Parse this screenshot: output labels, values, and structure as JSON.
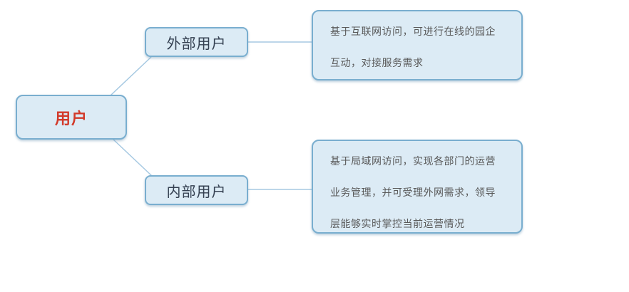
{
  "diagram": {
    "root": {
      "label": "用户"
    },
    "branches": [
      {
        "label": "外部用户",
        "description": "基于互联网访问，可进行在线的园企互动，对接服务需求"
      },
      {
        "label": "内部用户",
        "description": "基于局域网访问，实现各部门的运营业务管理，并可受理外网需求，领导层能够实时掌控当前运营情况"
      }
    ],
    "colors": {
      "background": "#ffffff",
      "node_fill": "#dcebf5",
      "node_border": "#79aecf",
      "connector_line": "#a6c9e2",
      "root_text": "#d23a2a",
      "branch_text": "#333f50",
      "description_text": "#595959"
    }
  }
}
